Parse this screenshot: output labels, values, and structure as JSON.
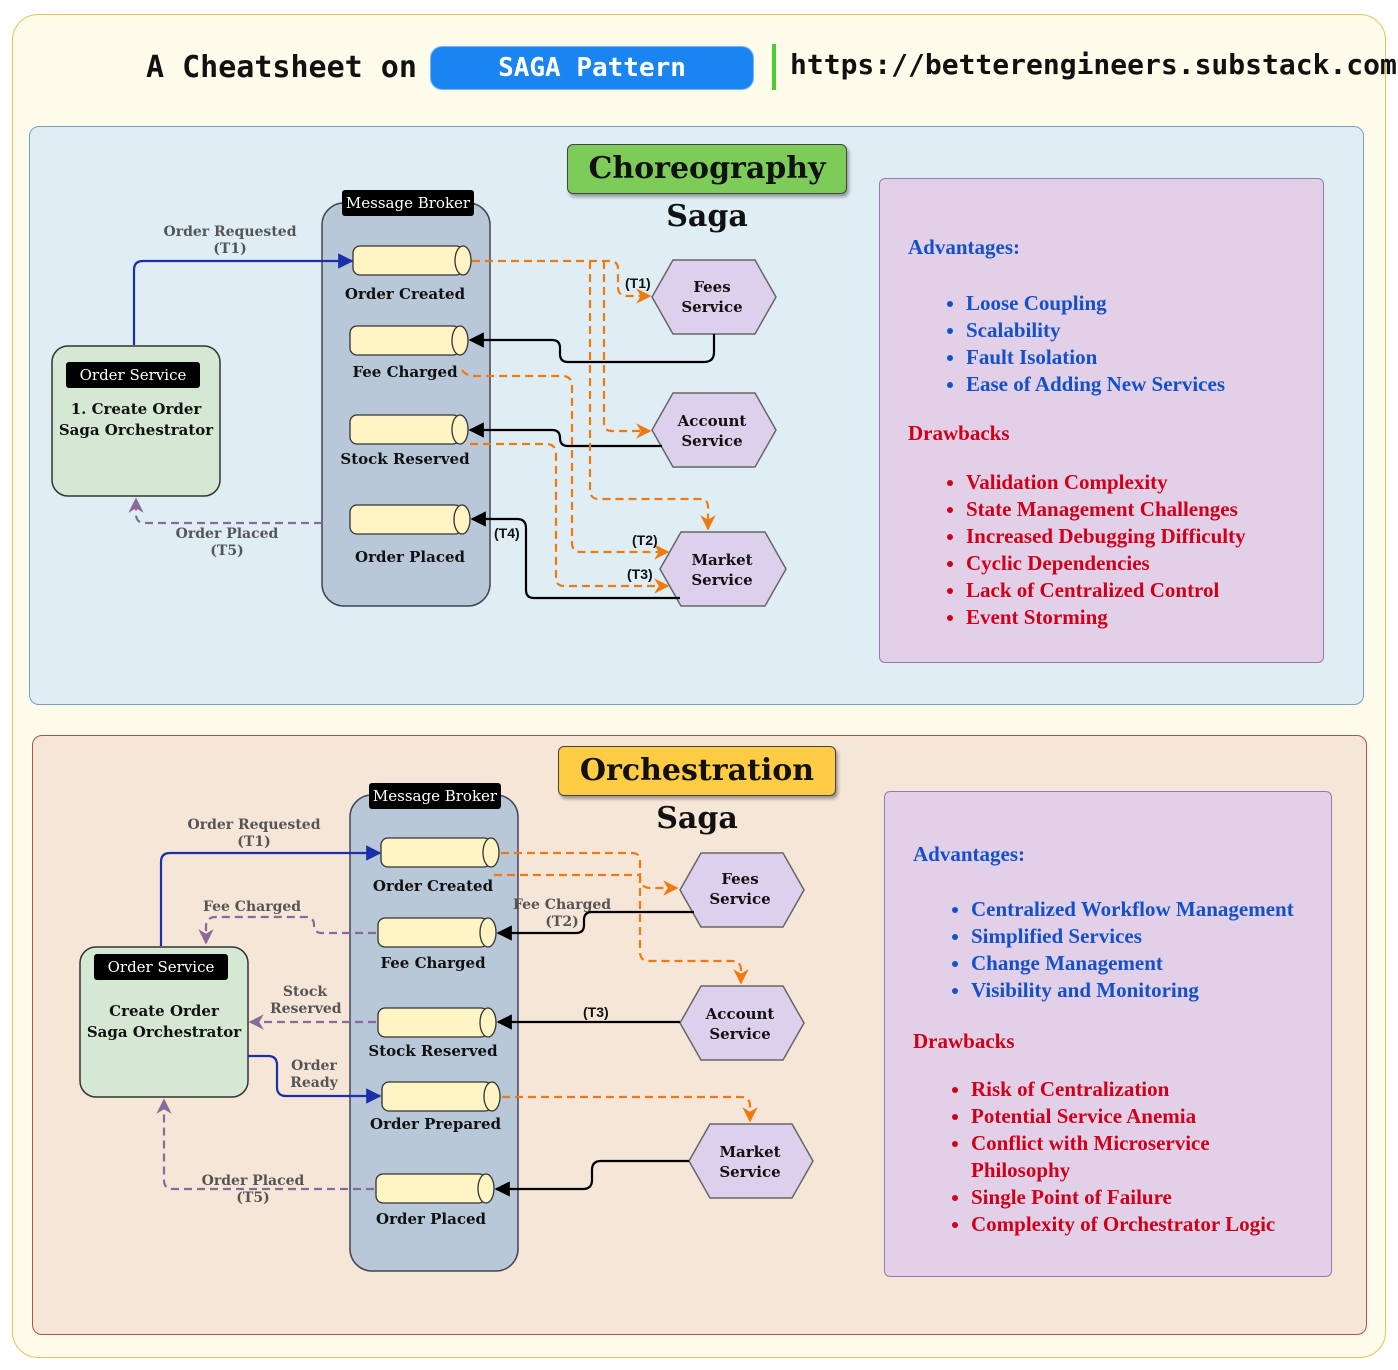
{
  "header": {
    "prefix": "A Cheatsheet on",
    "pill": "SAGA Pattern",
    "url": "https://betterengineers.substack.com"
  },
  "choreography": {
    "title": "Choreography Saga",
    "broker_label": "Message Broker",
    "topics": [
      "Order Created",
      "Fee Charged",
      "Stock Reserved",
      "Order Placed"
    ],
    "order_service": {
      "label": "Order Service",
      "line1": "1.  Create Order",
      "line2": "Saga Orchestrator"
    },
    "services": {
      "fees": [
        "Fees",
        "Service"
      ],
      "account": [
        "Account",
        "Service"
      ],
      "market": [
        "Market",
        "Service"
      ]
    },
    "edge_labels": {
      "order_requested": [
        "Order Requested",
        "(T1)"
      ],
      "order_placed": [
        "Order Placed",
        "(T5)"
      ],
      "t1": "(T1)",
      "t2": "(T2)",
      "t3": "(T3)",
      "t4": "(T4)"
    },
    "advantages_title": "Advantages:",
    "advantages": [
      "Loose Coupling",
      "Scalability",
      "Fault Isolation",
      "Ease of Adding New Services"
    ],
    "drawbacks_title": "Drawbacks",
    "drawbacks": [
      "Validation Complexity",
      "State Management Challenges",
      "Increased Debugging Difficulty",
      "Cyclic Dependencies",
      "Lack of Centralized Control",
      "Event Storming"
    ]
  },
  "orchestration": {
    "title": "Orchestration Saga",
    "broker_label": "Message Broker",
    "topics": [
      "Order Created",
      "Fee Charged",
      "Stock Reserved",
      "Order Prepared",
      "Order Placed"
    ],
    "order_service": {
      "label": "Order Service",
      "line1": "Create Order",
      "line2": "Saga Orchestrator"
    },
    "services": {
      "fees": [
        "Fees",
        "Service"
      ],
      "account": [
        "Account",
        "Service"
      ],
      "market": [
        "Market",
        "Service"
      ]
    },
    "edge_labels": {
      "order_requested": [
        "Order Requested",
        "(T1)"
      ],
      "fee_charged_left": "Fee Charged",
      "fee_charged_right": [
        "Fee Charged",
        "(T2)"
      ],
      "stock_reserved": [
        "Stock",
        "Reserved"
      ],
      "order_ready": [
        "Order",
        "Ready"
      ],
      "order_placed": [
        "Order Placed",
        "(T5)"
      ],
      "t3": "(T3)"
    },
    "advantages_title": "Advantages:",
    "advantages": [
      "Centralized Workflow Management",
      "Simplified Services",
      "Change Management",
      "Visibility and Monitoring"
    ],
    "drawbacks_title": "Drawbacks",
    "drawbacks": [
      "Risk of Centralization",
      "Potential Service Anemia",
      "Conflict with Microservice Philosophy",
      "Single Point of Failure",
      "Complexity of Orchestrator Logic"
    ]
  },
  "colors": {
    "background": "#fdfbea",
    "choreo_panel": "#deeef4",
    "orch_panel": "#f5e6d8",
    "broker": "#b8c8d8",
    "topic": "#fff4c4",
    "service": "#dcd0ec",
    "order_service": "#d5e8d4",
    "choreo_title": "#7dcc5a",
    "orch_title": "#ffcc44",
    "request_arrow": "#1a2fa8",
    "event_arrow": "#f07a10",
    "return_arrow": "#8a6a9a",
    "advantage_text": "#1450c8",
    "drawback_text": "#d0001a"
  }
}
